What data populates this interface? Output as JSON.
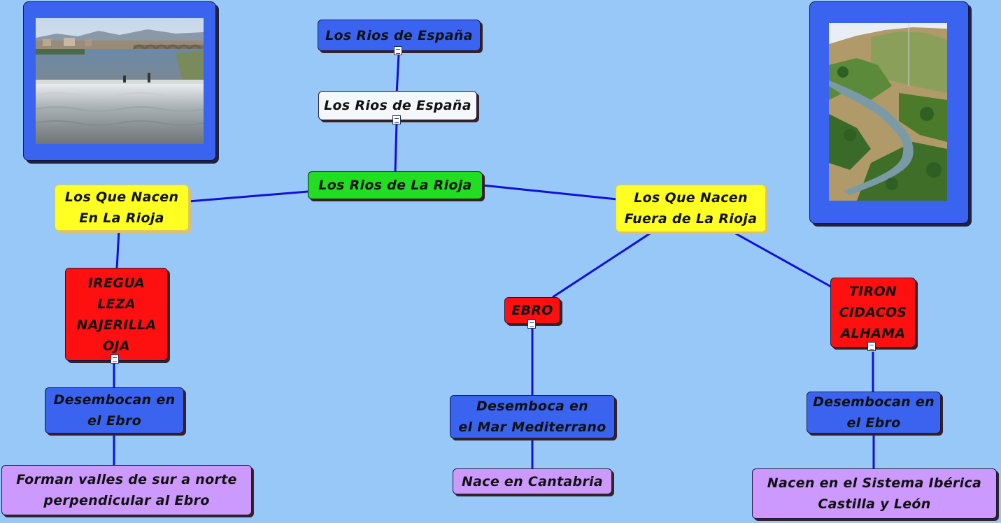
{
  "nodes": {
    "espana_top": "Los Rios de España",
    "espana_mid": "Los Rios de España",
    "rioja_center": "Los Rios de La Rioja",
    "nacen_dentro": [
      "Los Que Nacen",
      "En La Rioja"
    ],
    "nacen_fuera": [
      "Los Que Nacen",
      "Fuera de La Rioja"
    ],
    "rios_dentro": [
      "IREGUA",
      "LEZA",
      "NAJERILLA",
      "OJA"
    ],
    "ebro": "EBRO",
    "rios_fuera": [
      "TIRON",
      "CIDACOS",
      "ALHAMA"
    ],
    "desembocan_izq": [
      "Desembocan en",
      "el Ebro"
    ],
    "desemboca_ebro": [
      "Desemboca en",
      "el Mar Mediterrano"
    ],
    "desembocan_der": [
      "Desembocan en",
      "el Ebro"
    ],
    "forman_valles": [
      "Forman valles de sur a norte",
      "perpendicular al Ebro"
    ],
    "nace_cantabria": "Nace en Cantabria",
    "nacen_iberica": [
      "Nacen en el Sistema Ibérica",
      "Castilla y León"
    ]
  },
  "images": {
    "left": "river-with-weir-and-bridge-photo",
    "right": "river-valley-with-green-hills-photo"
  },
  "colors": {
    "background": "#98c8f8",
    "link": "#1010d8",
    "blue_node": "#3a64f0",
    "green_node": "#22dd22",
    "yellow_node": "#ffff22",
    "red_node": "#ff1010",
    "purple_node": "#cc99ff",
    "white_node": "#f4f8fb"
  }
}
